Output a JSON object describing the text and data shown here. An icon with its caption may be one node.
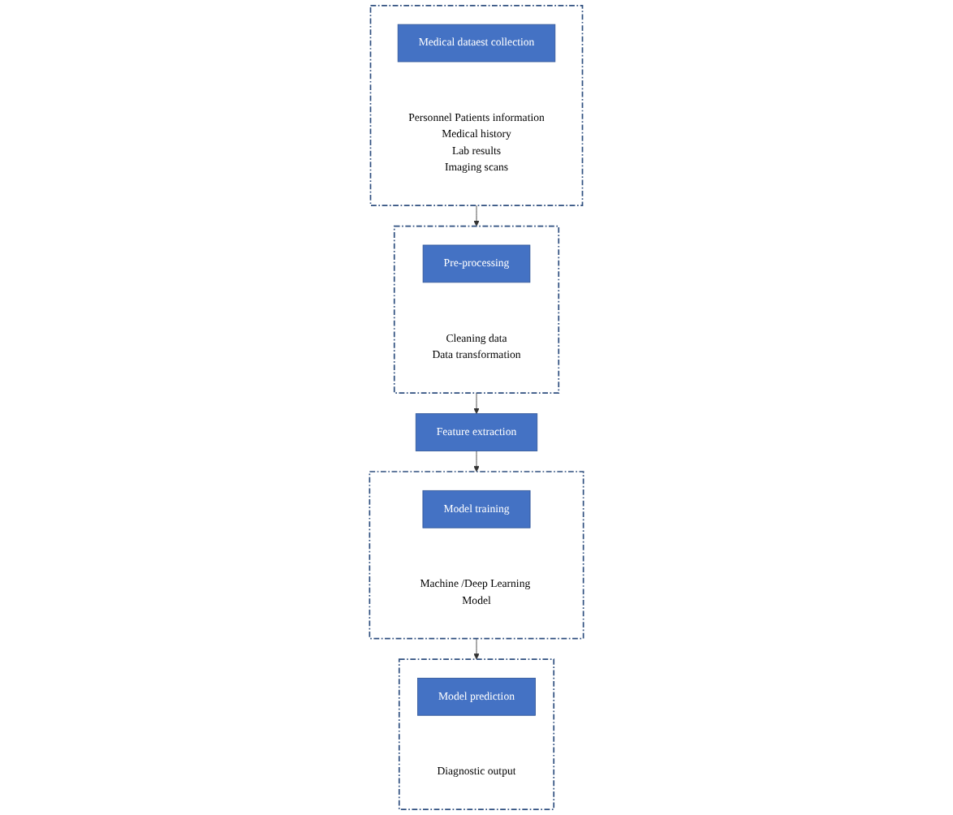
{
  "diagram": {
    "nodes": [
      {
        "text": [
          "Personnel Patients information",
          "Medical history",
          "Lab results",
          "Imaging scans"
        ]
      },
      {
        "text": [
          "Medical dataest collection"
        ],
        "in": 0
      },
      {
        "text": [
          "Cleaning data",
          "Data transformation"
        ]
      },
      {
        "text": [
          "Pre-processing"
        ],
        "in": 2
      },
      {
        "text": [
          "Feature extraction"
        ]
      },
      {
        "text": [
          "Machine /Deep Learning Model"
        ]
      },
      {
        "text": [
          "Model training"
        ],
        "in": 5
      },
      {
        "text": [
          "Diagnostic output"
        ]
      },
      {
        "text": [
          "Model prediction"
        ],
        "in": 7
      }
    ],
    "edges": [
      {
        "from": 0,
        "to": 2,
        "arrow": "to"
      },
      {
        "from": 2,
        "to": 4,
        "arrow": "to"
      },
      {
        "from": 4,
        "to": 5,
        "arrow": "to"
      },
      {
        "from": 5,
        "to": 7,
        "arrow": "to"
      }
    ]
  }
}
